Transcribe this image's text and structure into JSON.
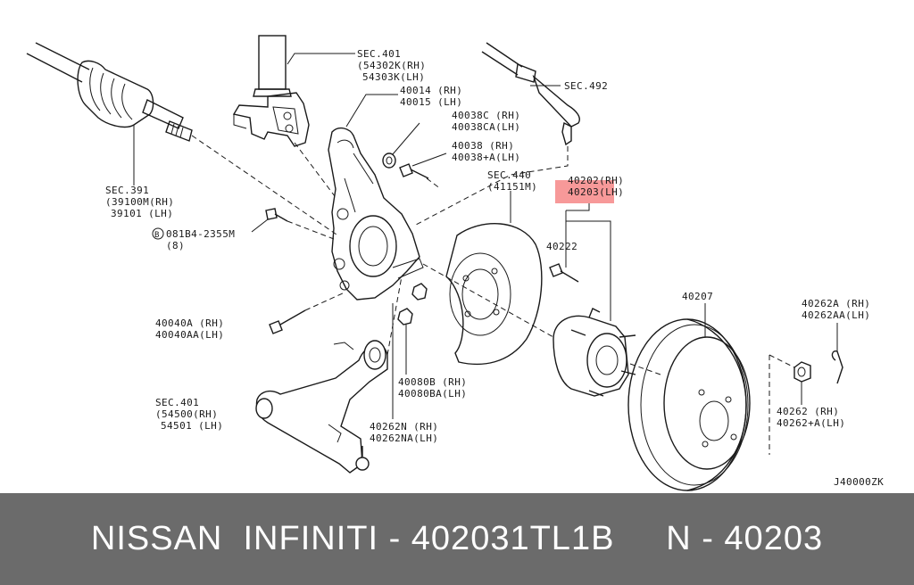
{
  "labels": {
    "sec401_top": "SEC.401",
    "p54302k": "(54302K(RH)",
    "p54303k": "54303K(LH)",
    "p40014": "40014 (RH)",
    "p40015": "40015 (LH)",
    "p40038c": "40038C (RH)",
    "p40038ca": "40038CA(LH)",
    "p40038": "40038   (RH)",
    "p40038a": "40038+A(LH)",
    "sec492": "SEC.492",
    "sec440": "SEC.440",
    "p41151m": "(41151M)",
    "p40202": "40202(RH)",
    "p40203": "40203(LH)",
    "sec391": "SEC.391",
    "p39100m": "(39100M(RH)",
    "p39101": "39101 (LH)",
    "bolt_code": "081B4-2355M",
    "bolt_qty": "(8)",
    "bolt_prefix": "B",
    "p40222": "40222",
    "p40207": "40207",
    "p40262a": "40262A (RH)",
    "p40262aa": "40262AA(LH)",
    "p40040a": "40040A (RH)",
    "p40040aa": "40040AA(LH)",
    "sec401_bottom": "SEC.401",
    "p54500": "(54500(RH)",
    "p54501": "54501 (LH)",
    "p40080b": "40080B (RH)",
    "p40080ba": "40080BA(LH)",
    "p40262n": "40262N (RH)",
    "p40262na": "40262NA(LH)",
    "p40262": "40262   (RH)",
    "p40262a_plus": "40262+A(LH)",
    "diagram_code": "J40000ZK"
  },
  "footer": {
    "text": "NISSAN  INFINITI - 402031TL1B     N - 40203"
  },
  "colors": {
    "highlight": "#f04646",
    "footer_bg": "#6b6b6b",
    "footer_text": "#ffffff",
    "line": "#1a1a1a"
  }
}
